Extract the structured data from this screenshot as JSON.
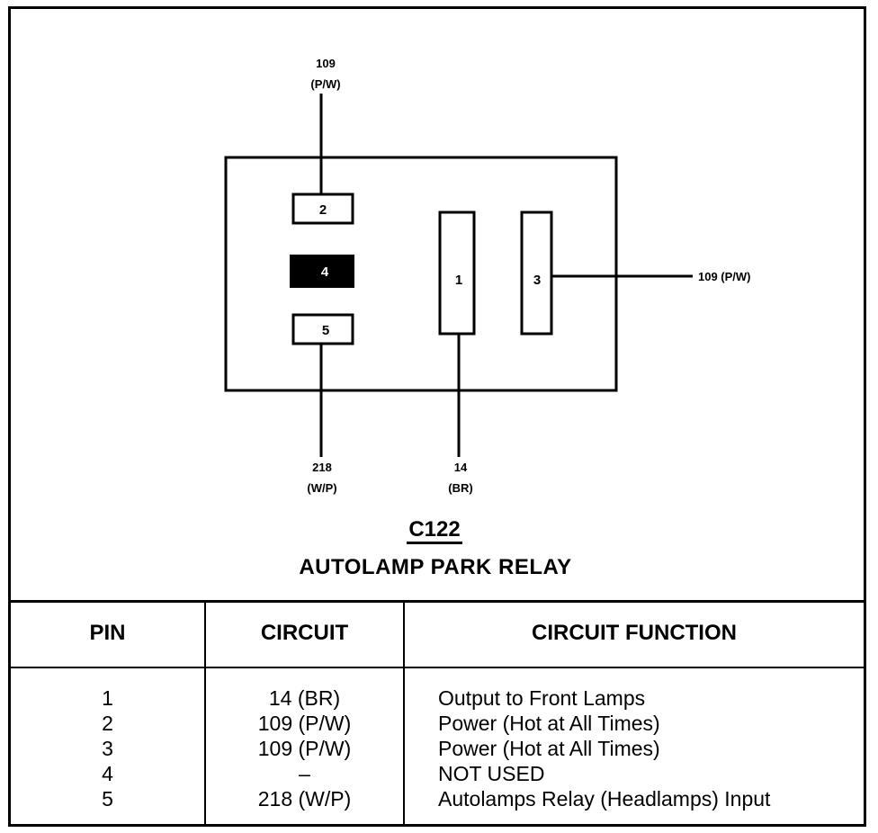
{
  "connector": {
    "id": "C122",
    "name": "AUTOLAMP PARK RELAY",
    "pins": [
      {
        "number": "2",
        "wire": "109",
        "color": "(P/W)",
        "state": "used"
      },
      {
        "number": "4",
        "wire": "",
        "color": "",
        "state": "not-used"
      },
      {
        "number": "5",
        "wire": "218",
        "color": "(W/P)",
        "state": "used"
      },
      {
        "number": "1",
        "wire": "14",
        "color": "(BR)",
        "state": "used"
      },
      {
        "number": "3",
        "wire": "109 (P/W)",
        "color": "",
        "state": "used"
      }
    ]
  },
  "table": {
    "headers": {
      "pin": "PIN",
      "circuit": "CIRCUIT",
      "function": "CIRCUIT FUNCTION"
    },
    "rows": [
      {
        "pin": "1",
        "circuit": "14 (BR)",
        "function": "Output to Front Lamps"
      },
      {
        "pin": "2",
        "circuit": "109 (P/W)",
        "function": "Power (Hot at All Times)"
      },
      {
        "pin": "3",
        "circuit": "109 (P/W)",
        "function": "Power (Hot at All Times)"
      },
      {
        "pin": "4",
        "circuit": "–",
        "function": "NOT USED"
      },
      {
        "pin": "5",
        "circuit": "218 (W/P)",
        "function": "Autolamps Relay (Headlamps) Input"
      }
    ]
  }
}
